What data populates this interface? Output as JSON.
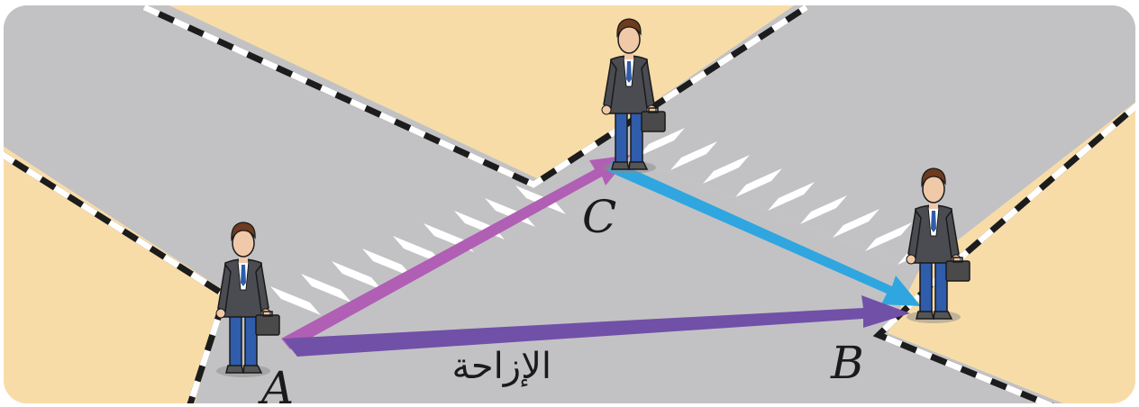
{
  "labels": {
    "point_a": "A",
    "point_b": "B",
    "point_c": "C",
    "displacement": "الإزاحة"
  },
  "colors": {
    "sidewalk": "#f8dca8",
    "road": "#c2c2c4",
    "curb_dark": "#1c1c1c",
    "curb_light": "#ffffff",
    "crosswalk": "#ffffff",
    "arrow_ac": "#b05fb5",
    "arrow_cb": "#2fa6e0",
    "arrow_ab": "#7150a8",
    "suit": "#4a4c52",
    "pants": "#2f5cab",
    "hair": "#6e3b1f",
    "skin": "#f0c9a8"
  },
  "icons": {
    "walker": "businessman-with-briefcase-icon"
  }
}
